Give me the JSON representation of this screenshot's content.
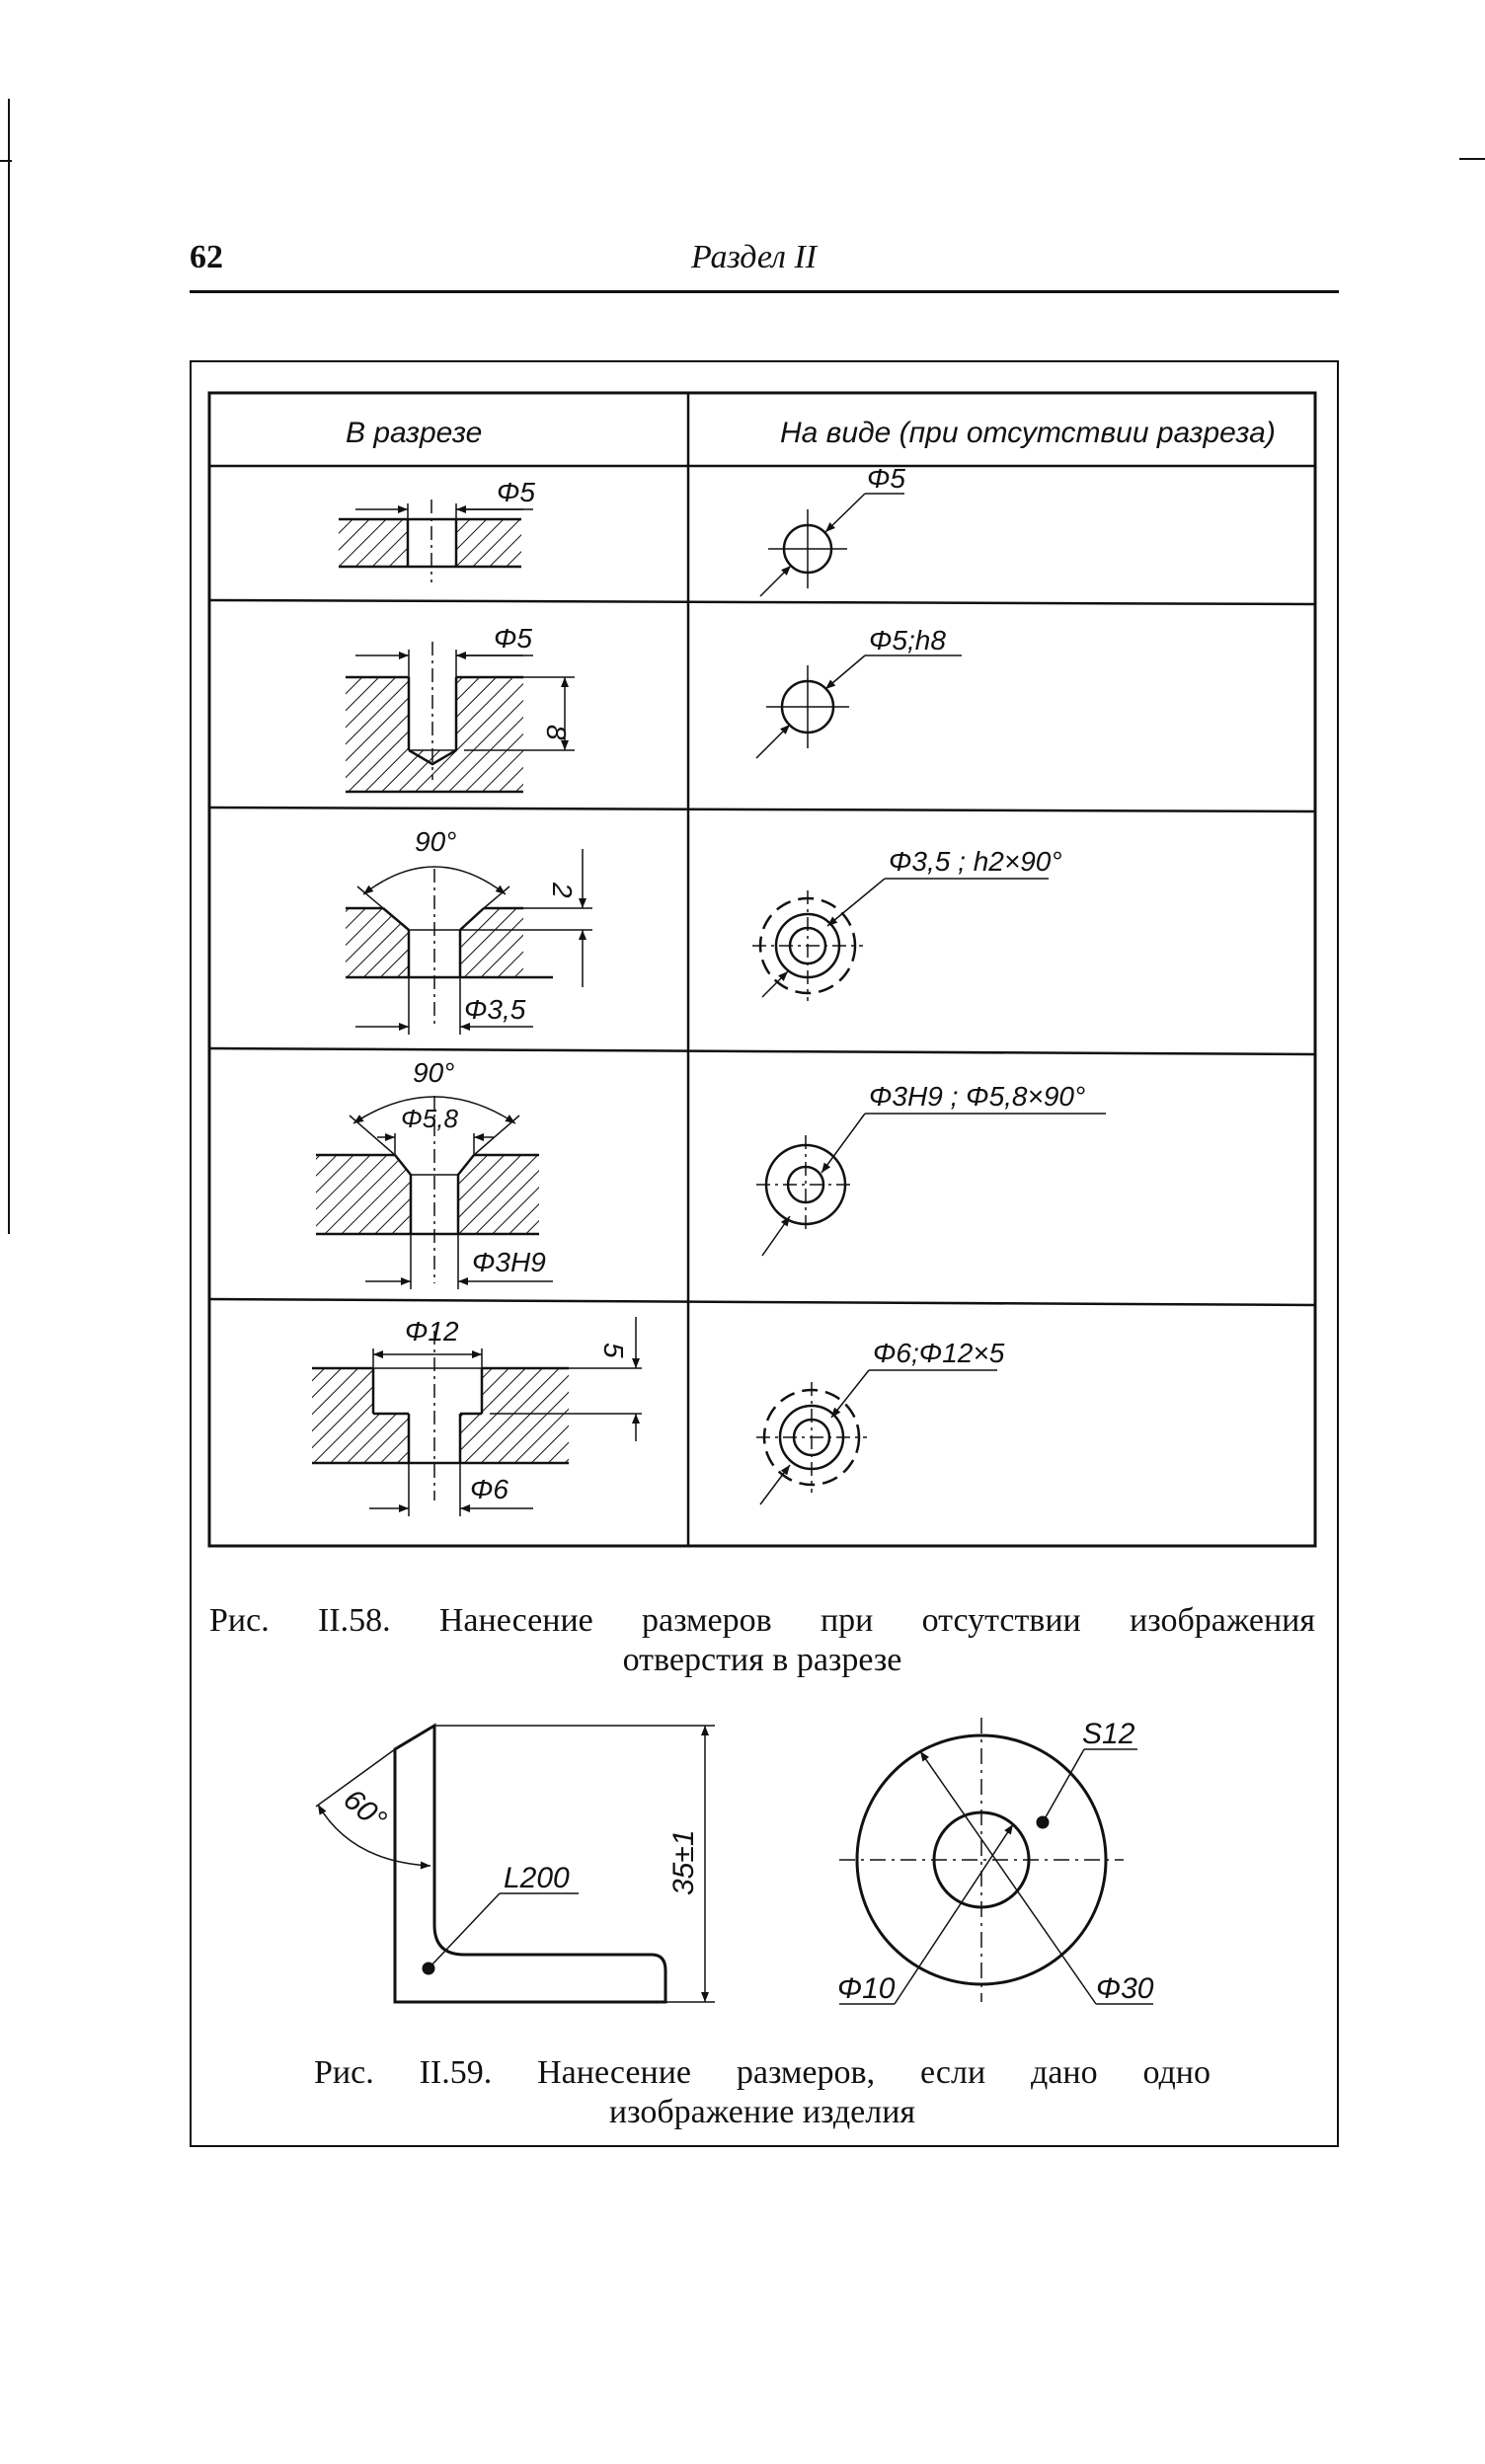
{
  "header": {
    "page_number": "62",
    "section_title": "Раздел II"
  },
  "table": {
    "col1_header": "В разрезе",
    "col2_header": "На виде (при отсутствии разреза)",
    "rows": [
      {
        "section_labels": [
          "Φ5"
        ],
        "view_label": "Φ5"
      },
      {
        "section_labels": [
          "Φ5",
          "8"
        ],
        "view_label": "Φ5;h8"
      },
      {
        "section_labels": [
          "90°",
          "2",
          "Φ3,5"
        ],
        "view_label": "Φ3,5 ; h2×90°"
      },
      {
        "section_labels": [
          "90°",
          "Φ5,8",
          "Φ3H9"
        ],
        "view_label": "Φ3H9 ;  Φ5,8×90°"
      },
      {
        "section_labels": [
          "Φ12",
          "5",
          "Φ6"
        ],
        "view_label": "Φ6;Φ12×5"
      }
    ]
  },
  "figure_58": {
    "caption_number": "Рис.  II.58.",
    "caption_line1": "Нанесение  размеров  при  отсутствии  изображения",
    "caption_line2": "отверстия в разрезе"
  },
  "figure_59": {
    "angle_labels": {
      "angle": "60°",
      "bend": "L200",
      "height": "35±1"
    },
    "circle_labels": {
      "sphere": "S12",
      "inner": "Φ10",
      "outer": "Φ30"
    },
    "caption_number": "Рис.   II.59.",
    "caption_line1": "Нанесение  размеров,  если  дано  одно",
    "caption_line2": "изображение изделия"
  }
}
